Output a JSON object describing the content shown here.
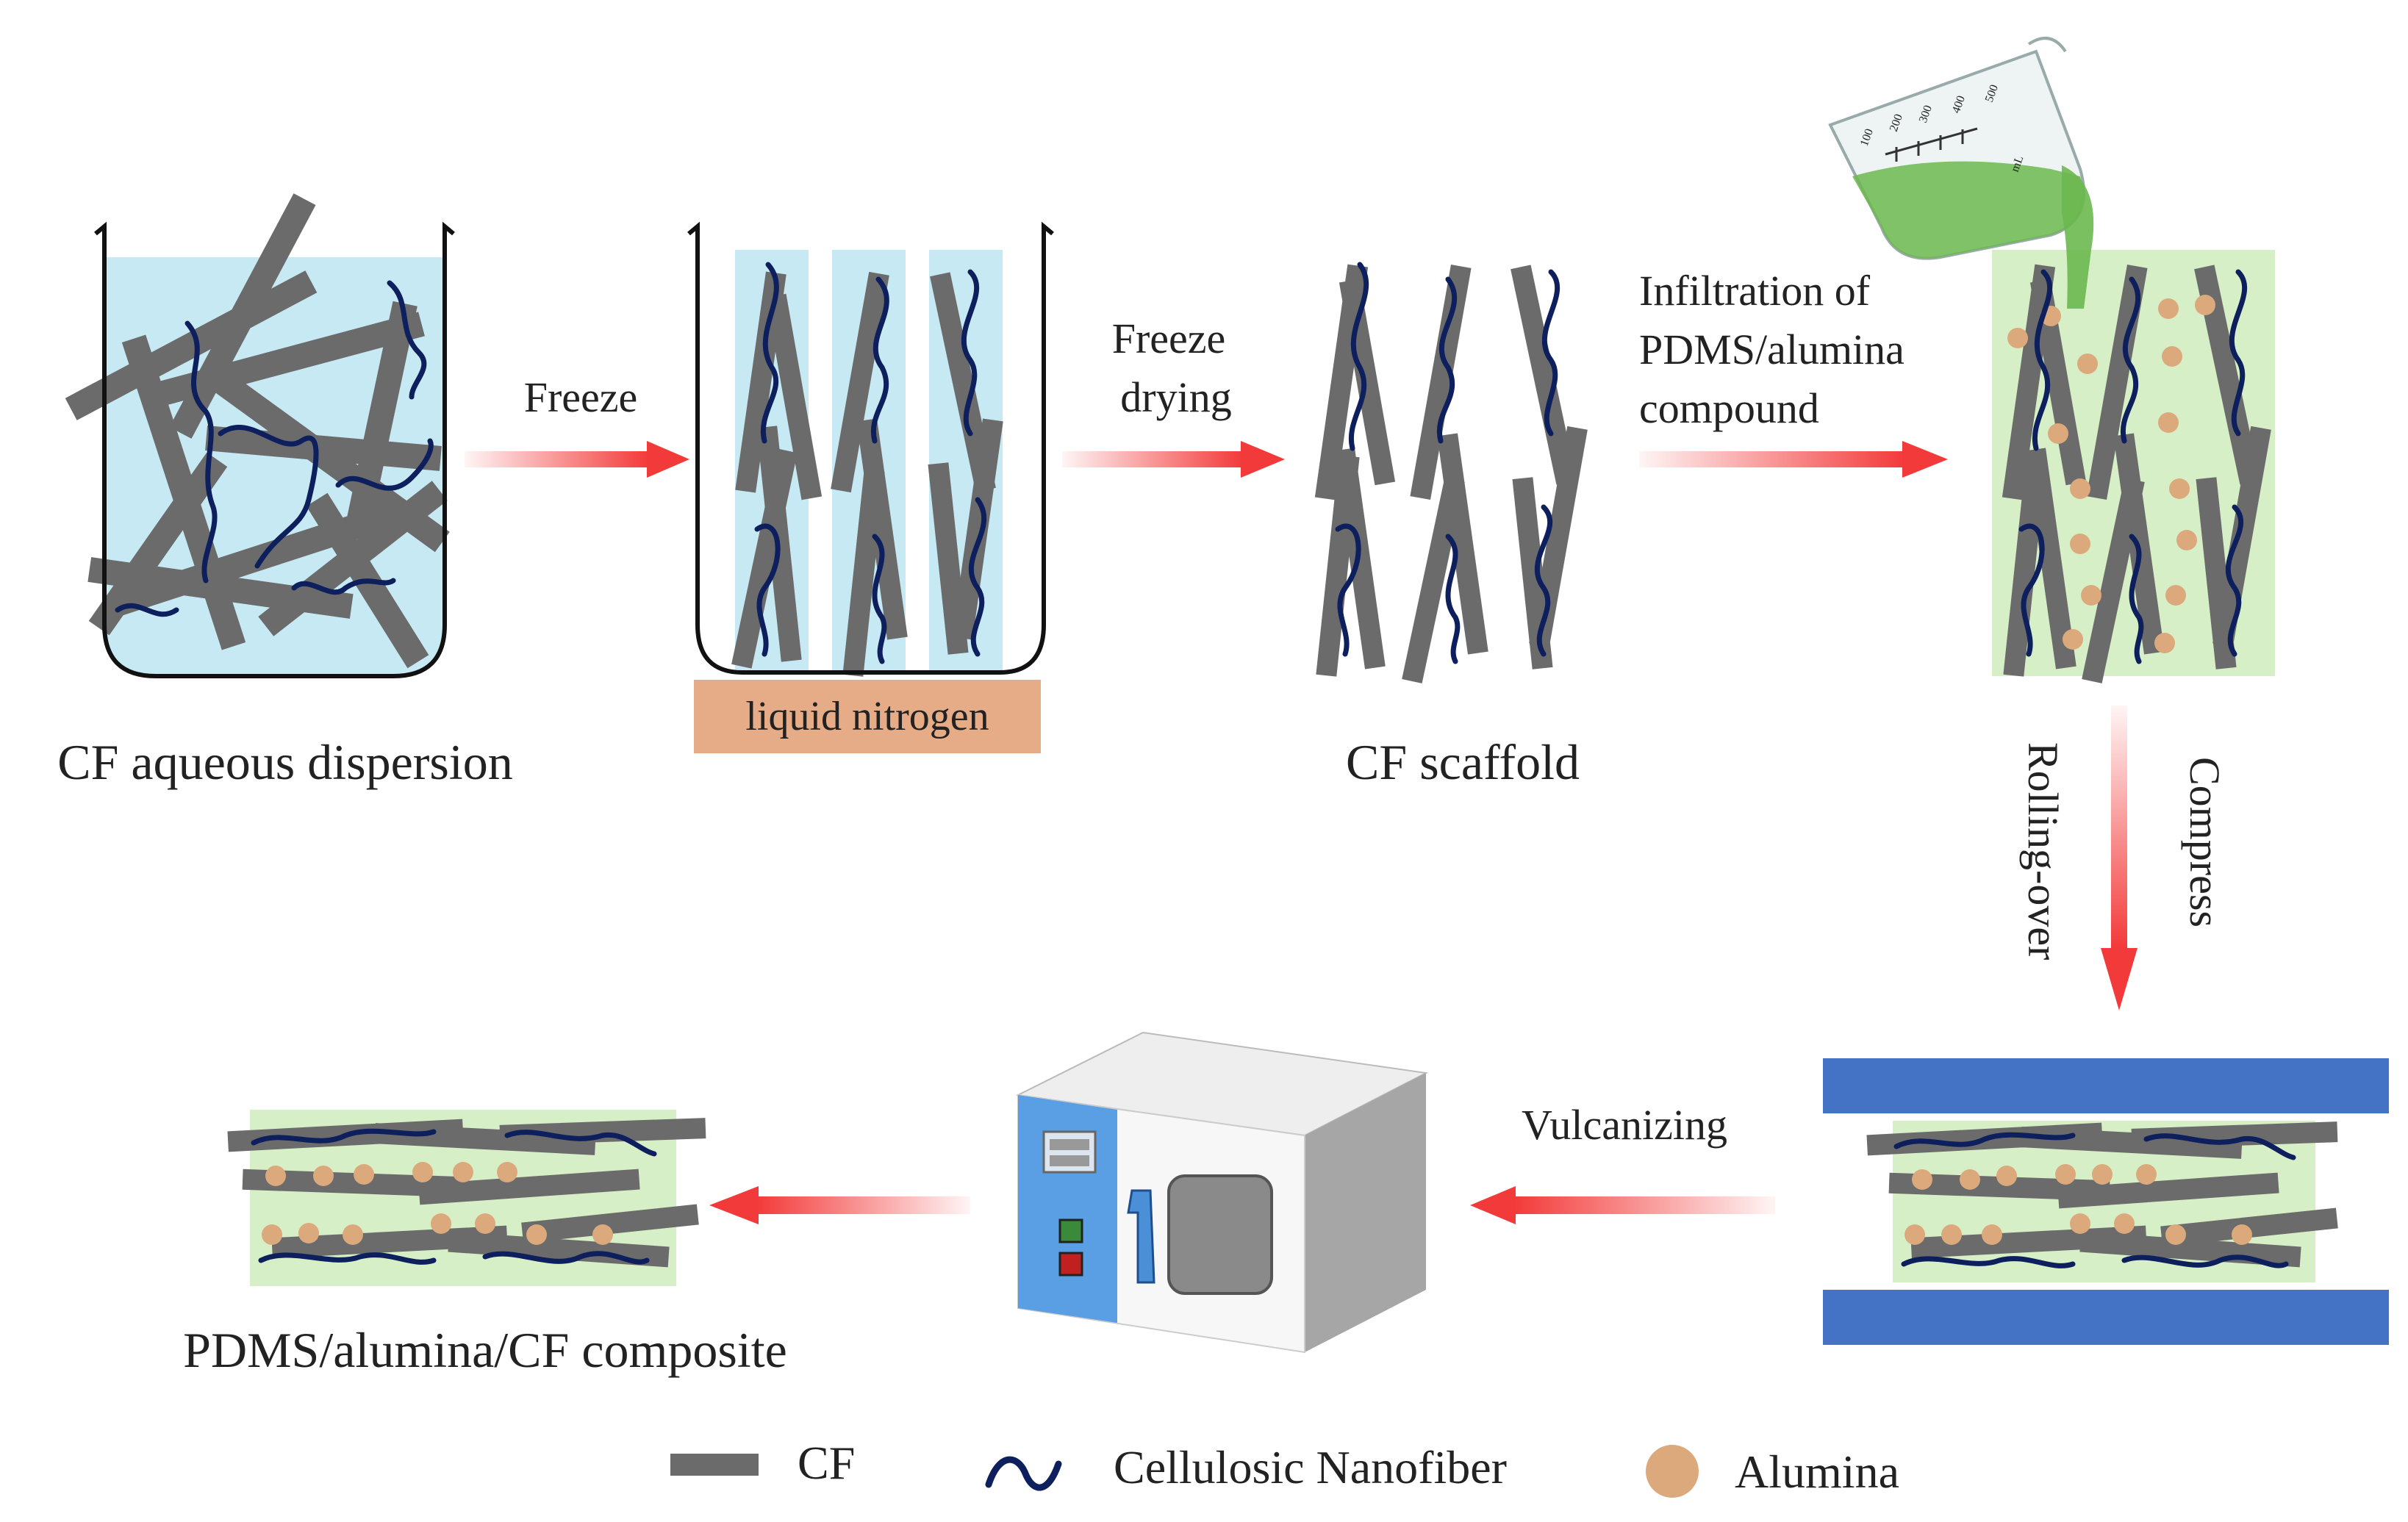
{
  "steps": {
    "dispersion_label": "CF aqueous dispersion",
    "freeze_label": "Freeze",
    "liquid_nitrogen_label": "liquid nitrogen",
    "freeze_drying_label_line1": "Freeze",
    "freeze_drying_label_line2": "drying",
    "scaffold_label": "CF scaffold",
    "infiltration_label_line1": "Infiltration of",
    "infiltration_label_line2": "PDMS/alumina",
    "infiltration_label_line3": "compound",
    "rolling_label": "Rolling-over",
    "compress_label": "Compress",
    "vulcanizing_label": "Vulcanizing",
    "composite_label": "PDMS/alumina/CF composite"
  },
  "beaker_marks": [
    "100",
    "200",
    "300",
    "400",
    "500",
    "mL"
  ],
  "legend": {
    "cf_label": "CF",
    "nanofiber_label": "Cellulosic Nanofiber",
    "alumina_label": "Alumina"
  },
  "colors": {
    "cf": "#6b6b6b",
    "nanofiber": "#0d1f5c",
    "alumina": "#dba97c",
    "water": "#c6e9f4",
    "pdms": "#d6efc6",
    "liquid_nitrogen": "#e5ac87",
    "press_plate": "#4472c4",
    "arrow": "#f33a3a",
    "oven_panel": "#5a9fe3",
    "liquid_green": "#6cb84f"
  }
}
